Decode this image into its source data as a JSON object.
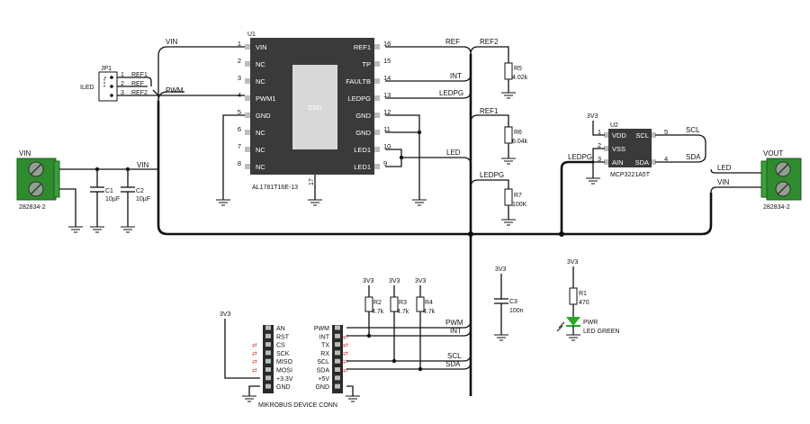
{
  "u1": {
    "ref": "U1",
    "part": "AL1781T16E-13",
    "pad_label": "GND",
    "pin17": "17",
    "left_pins": [
      {
        "num": "1",
        "name": "VIN"
      },
      {
        "num": "2",
        "name": "NC"
      },
      {
        "num": "3",
        "name": "NC"
      },
      {
        "num": "4",
        "name": "PWM1"
      },
      {
        "num": "5",
        "name": "GND"
      },
      {
        "num": "6",
        "name": "NC"
      },
      {
        "num": "7",
        "name": "NC"
      },
      {
        "num": "8",
        "name": "NC"
      }
    ],
    "right_pins": [
      {
        "num": "16",
        "name": "REF1"
      },
      {
        "num": "15",
        "name": "TP"
      },
      {
        "num": "14",
        "name": "FAULTB"
      },
      {
        "num": "13",
        "name": "LEDPG"
      },
      {
        "num": "12",
        "name": "GND"
      },
      {
        "num": "11",
        "name": "GND"
      },
      {
        "num": "10",
        "name": "LED1"
      },
      {
        "num": "9",
        "name": "LED1"
      }
    ]
  },
  "u2": {
    "ref": "U2",
    "part": "MCP3221A5T",
    "left_pins": [
      {
        "num": "1",
        "name": "VDD"
      },
      {
        "num": "2",
        "name": "VSS"
      },
      {
        "num": "3",
        "name": "AIN"
      }
    ],
    "right_pins": [
      {
        "num": "5",
        "name": "SCL"
      },
      {
        "num": "4",
        "name": "SDA"
      }
    ]
  },
  "jp1": {
    "ref": "JP1",
    "side_label": "ILED",
    "pins": [
      {
        "num": "1",
        "name": "REF1"
      },
      {
        "num": "2",
        "name": "REF"
      },
      {
        "num": "3",
        "name": "REF2"
      }
    ]
  },
  "connectors": {
    "vin_title": "VIN",
    "vin_part": "282834-2",
    "vout_title": "VOUT",
    "vout_part": "282834-2"
  },
  "caps": {
    "c1": {
      "ref": "C1",
      "value": "10µF"
    },
    "c2": {
      "ref": "C2",
      "value": "10µF"
    },
    "c3": {
      "ref": "C3",
      "value": "100n",
      "rail": "3V3"
    }
  },
  "resistors": {
    "r5": {
      "ref": "R5",
      "value": "4.02k"
    },
    "r6": {
      "ref": "R6",
      "value": "6.04k"
    },
    "r7": {
      "ref": "R7",
      "value": "100K"
    },
    "r1": {
      "ref": "R1",
      "value": "470",
      "rail": "3V3"
    },
    "r2": {
      "ref": "R2",
      "value": "4.7k",
      "rail": "3V3"
    },
    "r3": {
      "ref": "R3",
      "value": "4.7k",
      "rail": "3V3"
    },
    "r4": {
      "ref": "R4",
      "value": "4.7k",
      "rail": "3V3"
    }
  },
  "led": {
    "ref": "PWR",
    "value": "LED GREEN",
    "color": "#22aa22"
  },
  "nets": {
    "vin": "VIN",
    "pwm": "PWM",
    "ref": "REF",
    "ref1": "REF1",
    "ref2": "REF2",
    "int": "INT",
    "ledpg": "LEDPG",
    "led": "LED",
    "scl": "SCL",
    "sda": "SDA",
    "v3v3": "3V3"
  },
  "mikrobus": {
    "title": "MIKROBUS DEVICE CONN",
    "left_labels": [
      "AN",
      "RST",
      "CS",
      "SCK",
      "MISO",
      "MOSI",
      "+3.3V",
      "GND"
    ],
    "right_labels": [
      "PWM",
      "INT",
      "TX",
      "RX",
      "SCL",
      "SDA",
      "+5V",
      "GND"
    ]
  },
  "colors": {
    "chip": "#3a3a3a",
    "connector_green": "#2e8b2e",
    "pin_gray": "#bdbdbd",
    "arrow_red": "#cc3333"
  }
}
